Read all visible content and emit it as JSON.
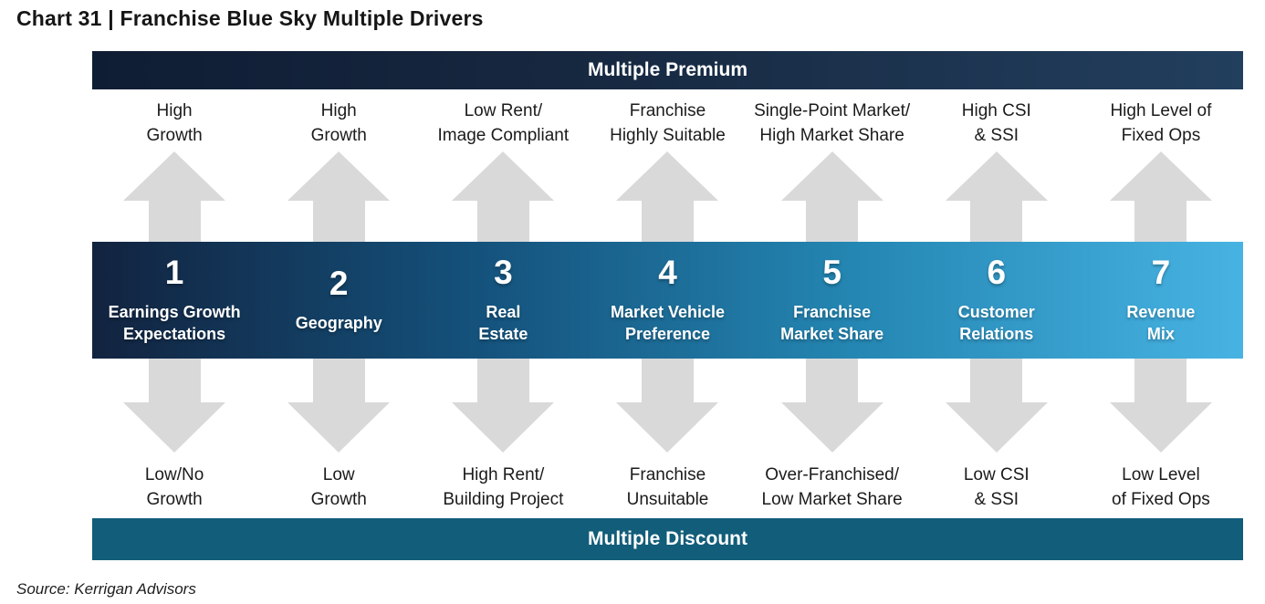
{
  "title": "Chart 31 | Franchise Blue Sky Multiple Drivers",
  "premium_bar": {
    "label": "Multiple Premium"
  },
  "discount_bar": {
    "label": "Multiple Discount"
  },
  "source": "Source: Kerrigan Advisors",
  "colors": {
    "premium_bar_gradient_start": "#0f1d34",
    "premium_bar_gradient_end": "#223f5e",
    "drivers_bar_gradient_start": "#12233f",
    "drivers_bar_gradient_end": "#47b3e3",
    "discount_bar": "#115d7a",
    "arrow_gray": "#d9d9da",
    "text_dark": "#1b1b1b",
    "text_white": "#ffffff"
  },
  "drivers": [
    {
      "number": "1",
      "name_lines": [
        "Earnings Growth",
        "Expectations"
      ],
      "premium_lines": [
        "High",
        "Growth"
      ],
      "discount_lines": [
        "Low/No",
        "Growth"
      ]
    },
    {
      "number": "2",
      "name_lines": [
        "Geography"
      ],
      "premium_lines": [
        "High",
        "Growth"
      ],
      "discount_lines": [
        "Low",
        "Growth"
      ]
    },
    {
      "number": "3",
      "name_lines": [
        "Real",
        "Estate"
      ],
      "premium_lines": [
        "Low Rent/",
        "Image Compliant"
      ],
      "discount_lines": [
        "High Rent/",
        "Building Project"
      ]
    },
    {
      "number": "4",
      "name_lines": [
        "Market Vehicle",
        "Preference"
      ],
      "premium_lines": [
        "Franchise",
        "Highly Suitable"
      ],
      "discount_lines": [
        "Franchise",
        "Unsuitable"
      ]
    },
    {
      "number": "5",
      "name_lines": [
        "Franchise",
        "Market Share"
      ],
      "premium_lines": [
        "Single-Point Market/",
        "High Market Share"
      ],
      "discount_lines": [
        "Over-Franchised/",
        "Low Market Share"
      ]
    },
    {
      "number": "6",
      "name_lines": [
        "Customer",
        "Relations"
      ],
      "premium_lines": [
        "High CSI",
        "& SSI"
      ],
      "discount_lines": [
        "Low CSI",
        "& SSI"
      ]
    },
    {
      "number": "7",
      "name_lines": [
        "Revenue",
        "Mix"
      ],
      "premium_lines": [
        "High Level of",
        "Fixed Ops"
      ],
      "discount_lines": [
        "Low Level",
        "of Fixed Ops"
      ]
    }
  ]
}
